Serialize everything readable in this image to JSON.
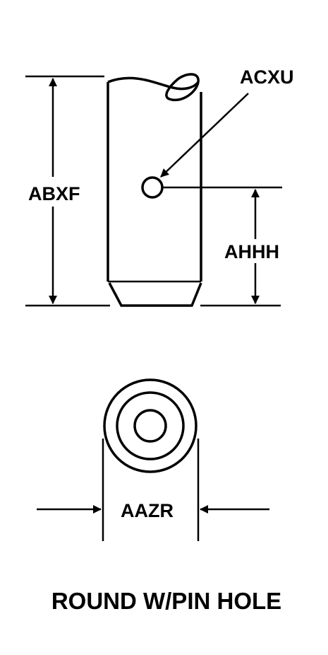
{
  "labels": {
    "overall_length": "ABXF",
    "pin_hole": "ACXU",
    "hole_height": "AHHH",
    "diameter": "AAZR"
  },
  "caption": "ROUND W/PIN HOLE"
}
